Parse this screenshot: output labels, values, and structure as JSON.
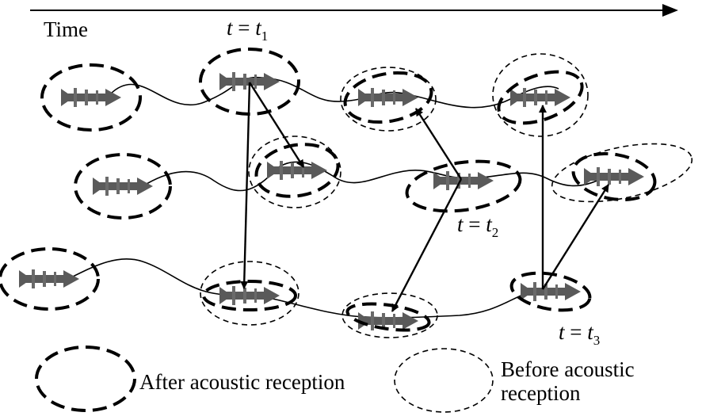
{
  "time_axis": {
    "label": "Time"
  },
  "time_marks": [
    {
      "id": "t1",
      "var": "t",
      "eq": " = ",
      "base": "t",
      "sub": "1"
    },
    {
      "id": "t2",
      "var": "t",
      "eq": " = ",
      "base": "t",
      "sub": "2"
    },
    {
      "id": "t3",
      "var": "t",
      "eq": " = ",
      "base": "t",
      "sub": "3"
    }
  ],
  "legend": {
    "after": {
      "text": "After acoustic reception"
    },
    "before": {
      "line1": "Before acoustic",
      "line2": "reception"
    }
  },
  "colors": {
    "vehicle": "#5a5a5a",
    "line": "#000000"
  },
  "icons": [
    "vehicle-icon",
    "arrow-head-icon"
  ]
}
